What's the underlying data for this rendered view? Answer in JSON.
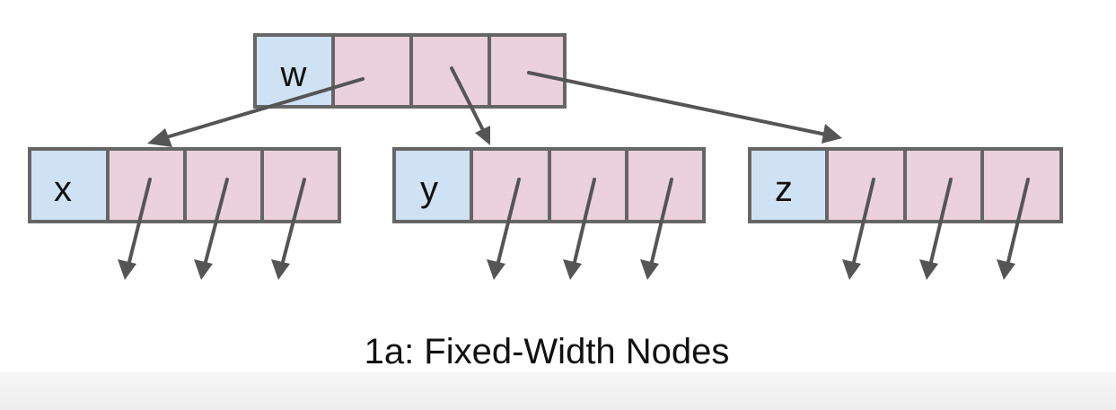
{
  "diagram": {
    "caption": "1a: Fixed-Width Nodes",
    "nodes": [
      {
        "id": "w",
        "key": "w",
        "child_slots": 3
      },
      {
        "id": "x",
        "key": "x",
        "child_slots": 3
      },
      {
        "id": "y",
        "key": "y",
        "child_slots": 3
      },
      {
        "id": "z",
        "key": "z",
        "child_slots": 3
      }
    ],
    "edges": [
      {
        "from": "w",
        "to": "x"
      },
      {
        "from": "w",
        "to": "y"
      },
      {
        "from": "w",
        "to": "z"
      }
    ],
    "colors": {
      "key_cell": "#cfe2f3",
      "pointer_cell": "#ead1dc",
      "border": "#666666",
      "arrow": "#555555",
      "text": "#111111"
    }
  }
}
